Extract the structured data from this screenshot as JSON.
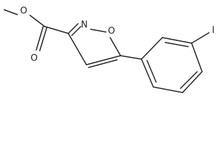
{
  "molecule": {
    "atoms": {
      "methyl_o": "O",
      "carbonyl_o": "O",
      "ring_n": "N",
      "ring_o": "O",
      "iodine": "I"
    }
  },
  "colors": {
    "bond": "#222222",
    "background": "#ffffff"
  }
}
